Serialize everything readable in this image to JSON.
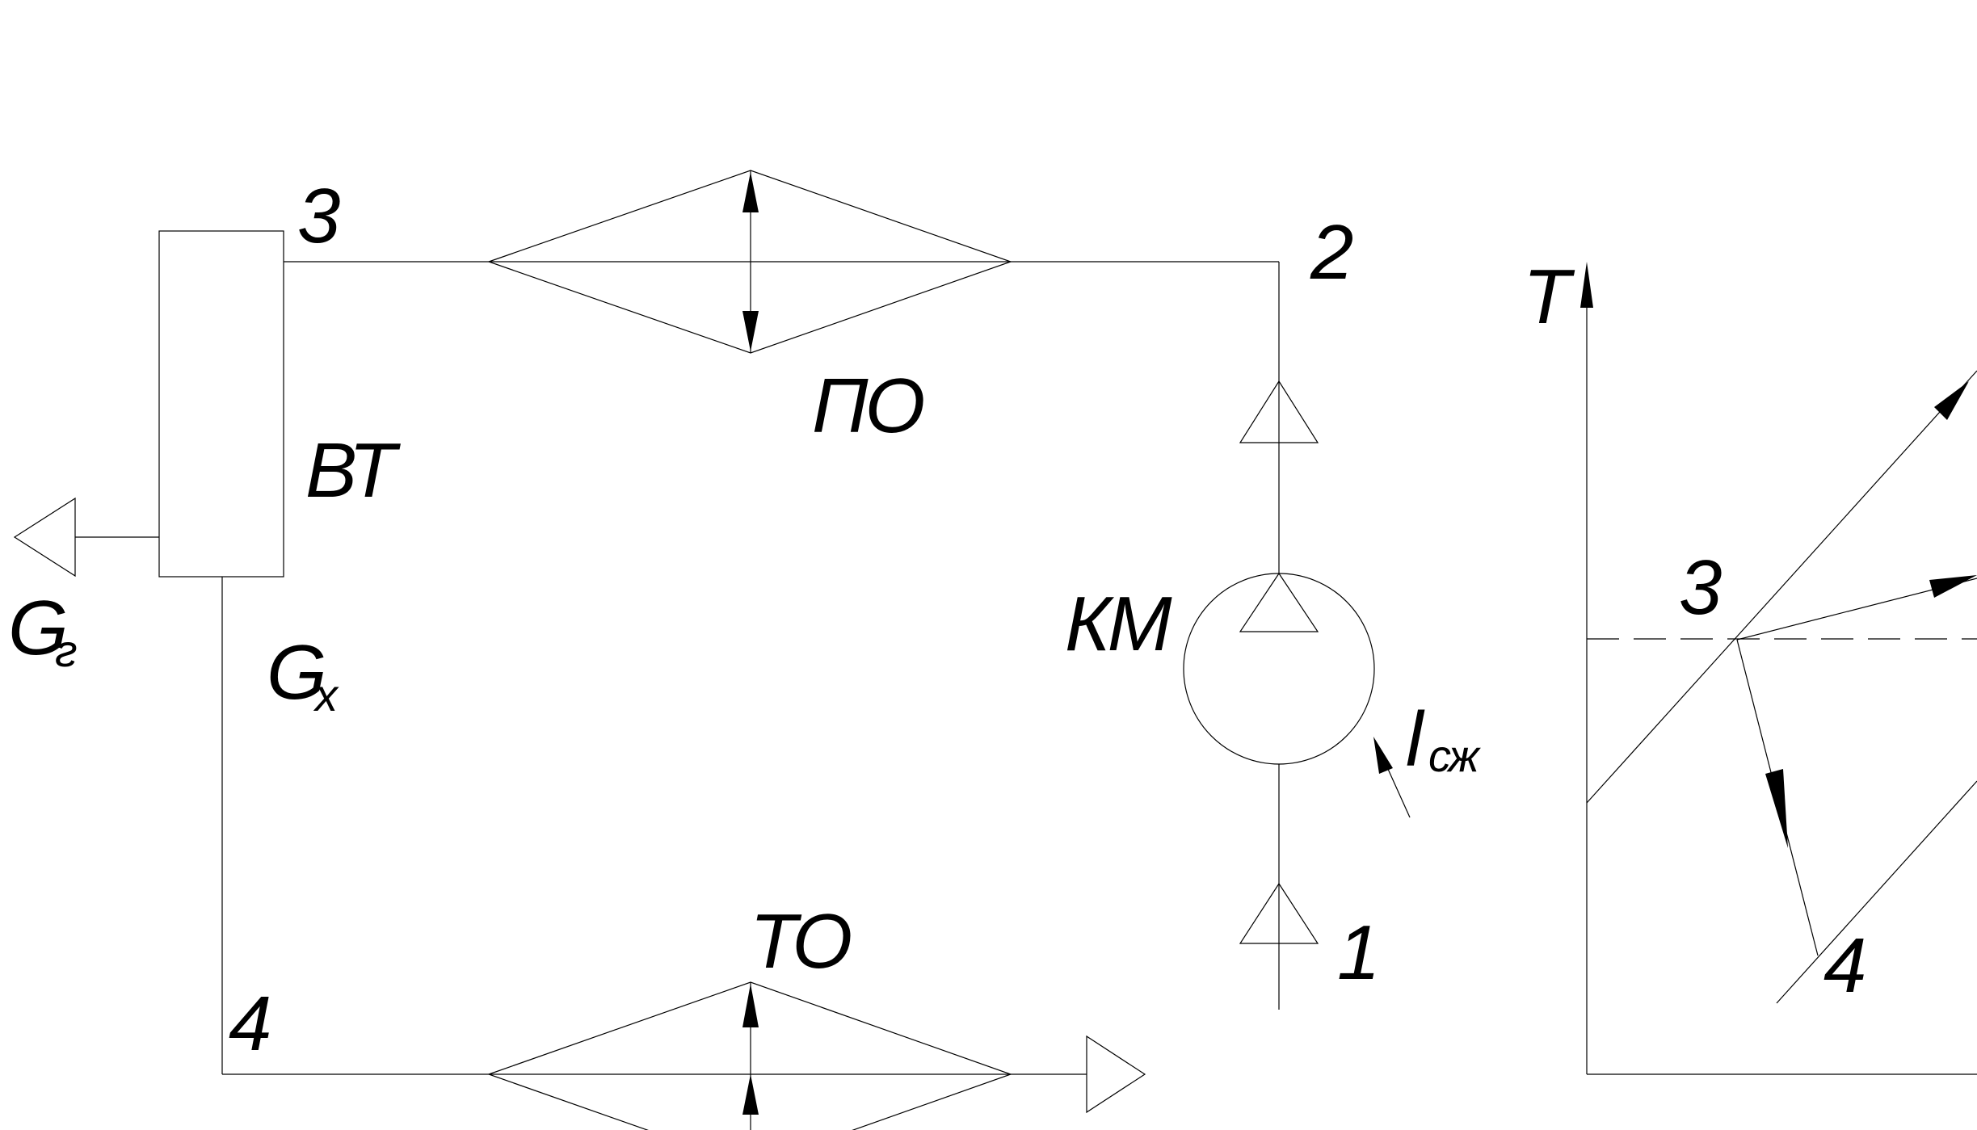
{
  "scheme": {
    "labels": {
      "point_3": "3",
      "point_2": "2",
      "point_1": "1",
      "point_4": "4",
      "po": "ПО",
      "vt": "ВТ",
      "km": "КМ",
      "to": "ТО",
      "g_letter": "G",
      "g_sub_g": "г",
      "g_sub_x": "х",
      "l_letter": "l",
      "l_sub": "сж"
    }
  },
  "ts_diagram": {
    "axis_t_label": "T",
    "point_3": "3",
    "point_4": "4"
  }
}
